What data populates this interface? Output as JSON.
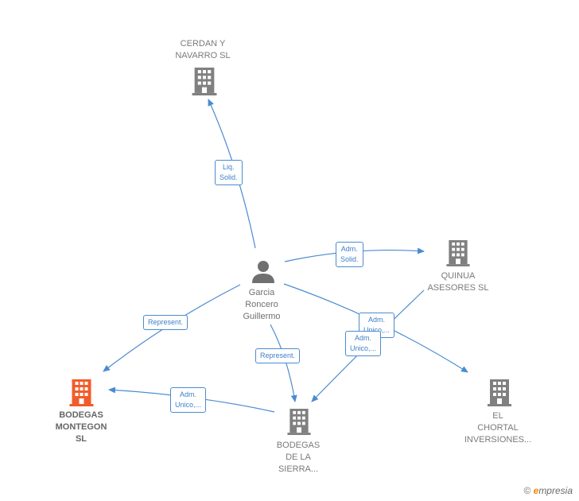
{
  "colors": {
    "edge": "#4a8bd0",
    "building": "#808080",
    "building_main": "#f25c2a",
    "person": "#707070"
  },
  "person": {
    "line1": "Garcia",
    "line2": "Roncero",
    "line3": "Guillermo",
    "icon": "person-icon"
  },
  "companies": {
    "cerdan": {
      "line1": "CERDAN Y",
      "line2": "NAVARRO SL",
      "icon": "building-icon"
    },
    "quinua": {
      "line1": "QUINUA",
      "line2": "ASESORES  SL",
      "icon": "building-icon"
    },
    "montegon": {
      "line1": "BODEGAS",
      "line2": "MONTEGON",
      "line3": "SL",
      "icon": "building-icon"
    },
    "sierra": {
      "line1": "BODEGAS",
      "line2": "DE LA",
      "line3": "SIERRA...",
      "icon": "building-icon"
    },
    "chortal": {
      "line1": "EL",
      "line2": "CHORTAL",
      "line3": "INVERSIONES...",
      "icon": "building-icon"
    }
  },
  "edges": {
    "liq": {
      "line1": "Liq.",
      "line2": "Solid."
    },
    "adm_solid": {
      "line1": "Adm.",
      "line2": "Solid."
    },
    "repr1": {
      "line1": "Represent."
    },
    "repr2": {
      "line1": "Represent."
    },
    "adm_top": {
      "line1": "Adm.",
      "line2": "Unico,..."
    },
    "adm_unico": {
      "line1": "Adm.",
      "line2": "Unico,..."
    },
    "adm_unico2": {
      "line1": "Adm.",
      "line2": "Unico,..."
    }
  },
  "brand": {
    "copyright": "©",
    "e": "e",
    "rest": "mpresia"
  }
}
